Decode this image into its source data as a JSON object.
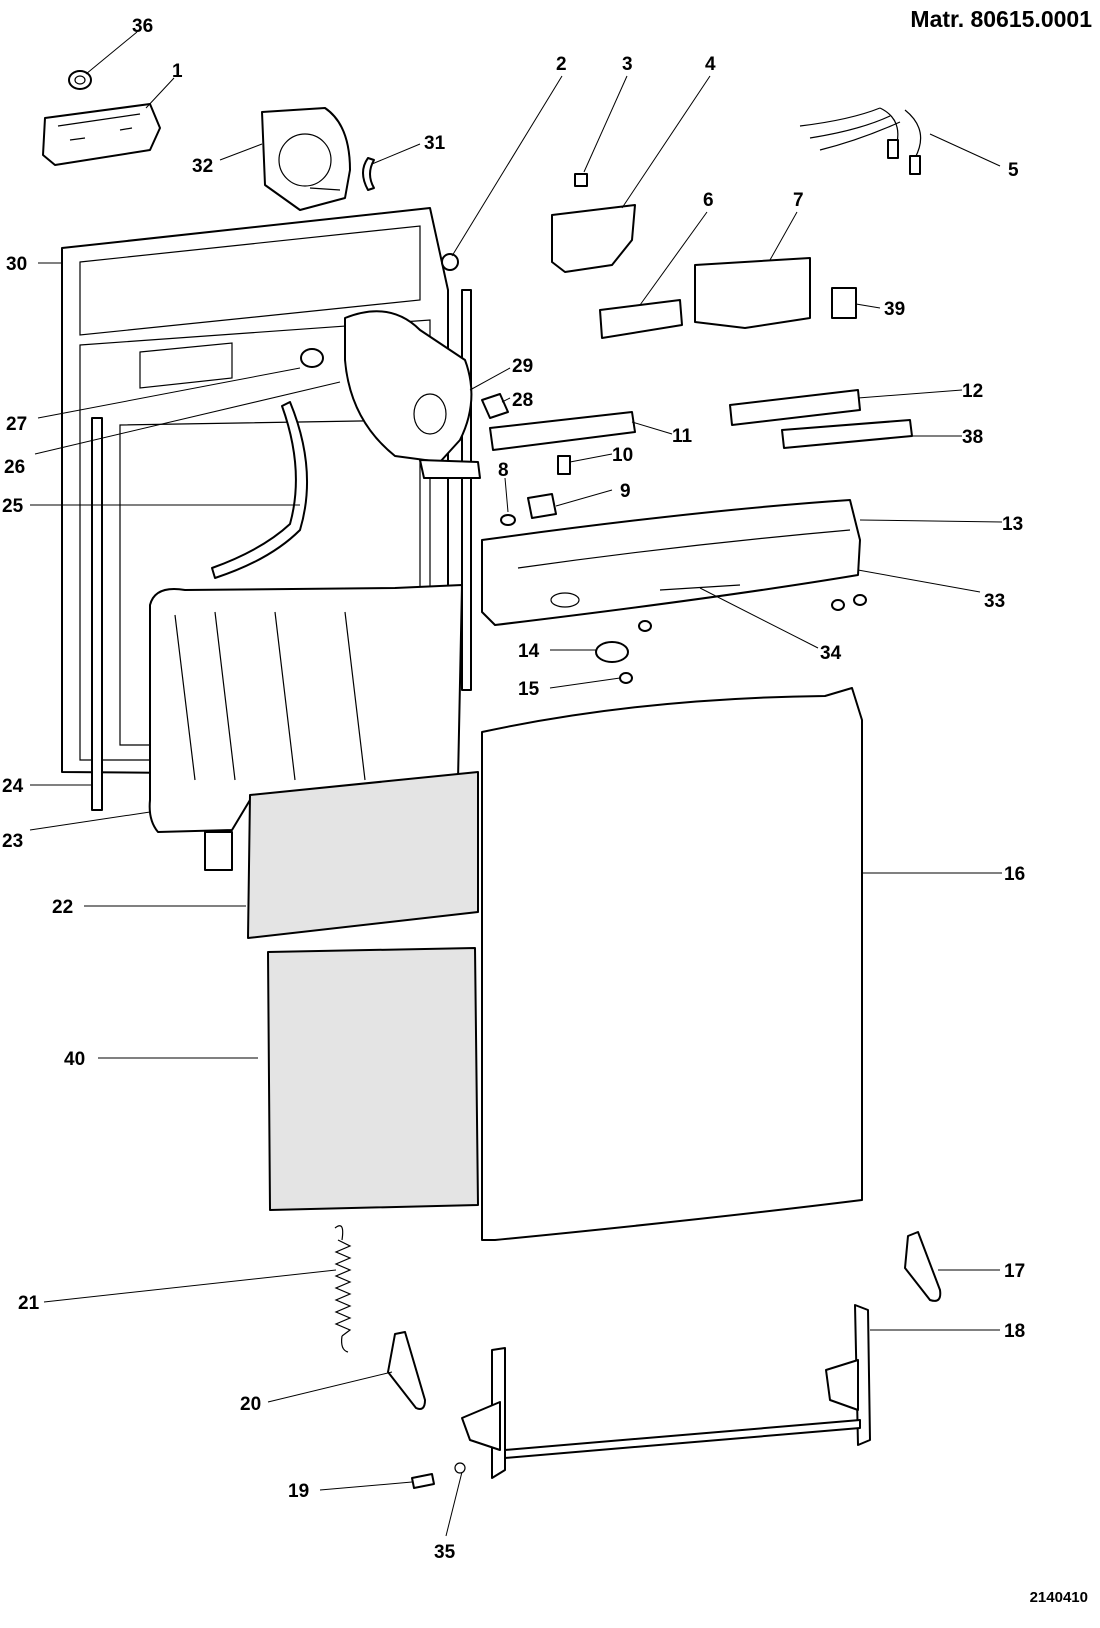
{
  "header": {
    "matr_label": "Matr. 80615.0001",
    "drawing_code": "2140410"
  },
  "callouts": [
    {
      "id": "c1",
      "label": "1"
    },
    {
      "id": "c2",
      "label": "2"
    },
    {
      "id": "c3",
      "label": "3"
    },
    {
      "id": "c4",
      "label": "4"
    },
    {
      "id": "c5",
      "label": "5"
    },
    {
      "id": "c6",
      "label": "6"
    },
    {
      "id": "c7",
      "label": "7"
    },
    {
      "id": "c8",
      "label": "8"
    },
    {
      "id": "c9",
      "label": "9"
    },
    {
      "id": "c10",
      "label": "10"
    },
    {
      "id": "c11",
      "label": "11"
    },
    {
      "id": "c12",
      "label": "12"
    },
    {
      "id": "c13",
      "label": "13"
    },
    {
      "id": "c14",
      "label": "14"
    },
    {
      "id": "c15",
      "label": "15"
    },
    {
      "id": "c16",
      "label": "16"
    },
    {
      "id": "c17",
      "label": "17"
    },
    {
      "id": "c18",
      "label": "18"
    },
    {
      "id": "c19",
      "label": "19"
    },
    {
      "id": "c20",
      "label": "20"
    },
    {
      "id": "c21",
      "label": "21"
    },
    {
      "id": "c22",
      "label": "22"
    },
    {
      "id": "c23",
      "label": "23"
    },
    {
      "id": "c24",
      "label": "24"
    },
    {
      "id": "c25",
      "label": "25"
    },
    {
      "id": "c26",
      "label": "26"
    },
    {
      "id": "c27",
      "label": "27"
    },
    {
      "id": "c28",
      "label": "28"
    },
    {
      "id": "c29",
      "label": "29"
    },
    {
      "id": "c30",
      "label": "30"
    },
    {
      "id": "c31",
      "label": "31"
    },
    {
      "id": "c32",
      "label": "32"
    },
    {
      "id": "c33",
      "label": "33"
    },
    {
      "id": "c34",
      "label": "34"
    },
    {
      "id": "c35",
      "label": "35"
    },
    {
      "id": "c36",
      "label": "36"
    },
    {
      "id": "c38",
      "label": "38"
    },
    {
      "id": "c39",
      "label": "39"
    },
    {
      "id": "c40",
      "label": "40"
    }
  ]
}
